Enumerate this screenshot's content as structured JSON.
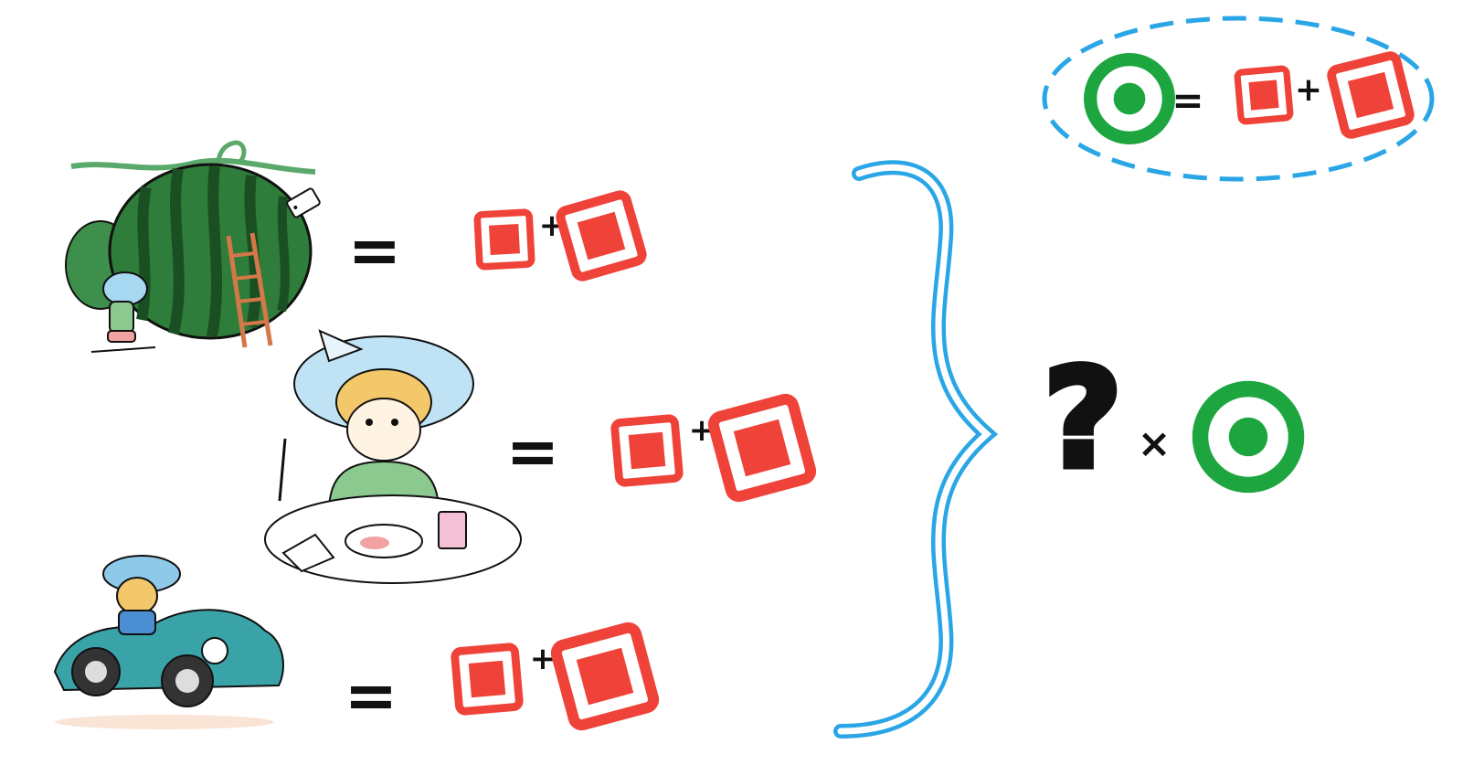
{
  "colors": {
    "red": "#ef4238",
    "green": "#1da640",
    "blue": "#2aa6e6",
    "ink": "#111111",
    "watermelon": "#2f7d3a",
    "car": "#3aa3a8",
    "hat": "#8ec9ea",
    "shirt": "#8cc98f",
    "hair": "#f2c86b"
  },
  "legend": {
    "equals": "=",
    "plus": "+",
    "token_green": "green-ring-token",
    "token_red": "red-square-token"
  },
  "rows": [
    {
      "name": "watermelon",
      "equals": "=",
      "plus": "+"
    },
    {
      "name": "child-eating",
      "equals": "=",
      "plus": "+"
    },
    {
      "name": "car-driver",
      "equals": "=",
      "plus": "+"
    }
  ],
  "result": {
    "question": "?",
    "times": "×"
  },
  "icons": [
    "watermelon-illustration",
    "child-eating-illustration",
    "car-illustration",
    "curly-brace-icon",
    "question-mark-icon"
  ]
}
